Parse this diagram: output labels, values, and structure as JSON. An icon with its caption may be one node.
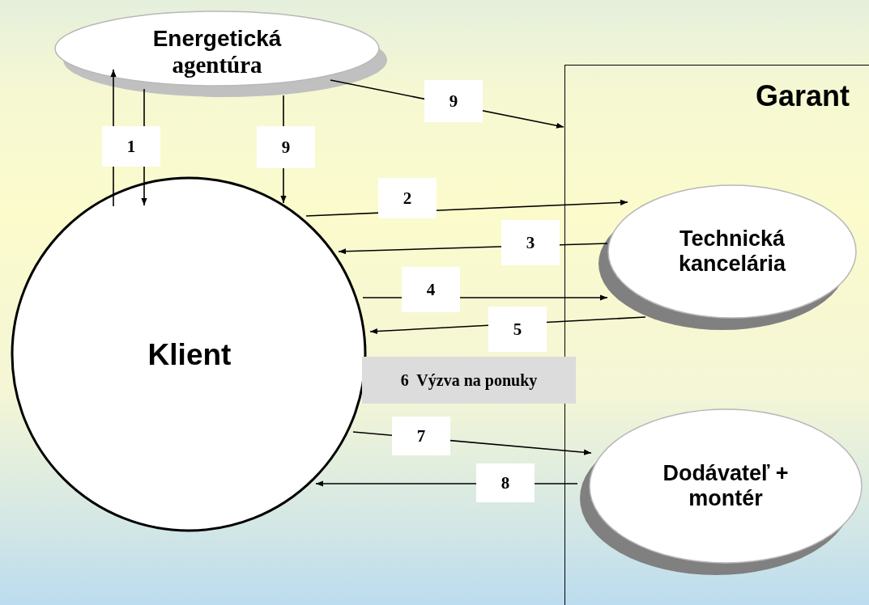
{
  "diagram": {
    "nodes": [
      {
        "text": [
          "Energetická",
          "agentúra"
        ]
      },
      {
        "text": [
          "Garant"
        ]
      },
      {
        "text": [
          "Technická kancelária"
        ],
        "in": 1
      },
      {
        "text": [
          "Klient"
        ]
      },
      {
        "text": [
          "Dodávateľ + montér"
        ],
        "in": 1
      }
    ],
    "edges": [
      {
        "from": 3,
        "to": 0,
        "arrow": "to",
        "label": "1"
      },
      {
        "from": 0,
        "to": 3,
        "arrow": "to"
      },
      {
        "from": 0,
        "to": 3,
        "arrow": "to",
        "label": "9"
      },
      {
        "from": 0,
        "to": 1,
        "arrow": "to",
        "label": "9"
      },
      {
        "from": 3,
        "to": 2,
        "arrow": "to",
        "label": "2"
      },
      {
        "from": 2,
        "to": 3,
        "arrow": "to",
        "label": "3"
      },
      {
        "from": 3,
        "to": 2,
        "arrow": "to",
        "label": "4"
      },
      {
        "from": 2,
        "to": 3,
        "arrow": "to",
        "label": "5"
      },
      {
        "from": 3,
        "to": 4,
        "arrow": "to",
        "label": "7"
      },
      {
        "from": 4,
        "to": 3,
        "arrow": "to",
        "label": "8"
      }
    ],
    "labels": [
      "6  Výzva na ponuky"
    ]
  }
}
